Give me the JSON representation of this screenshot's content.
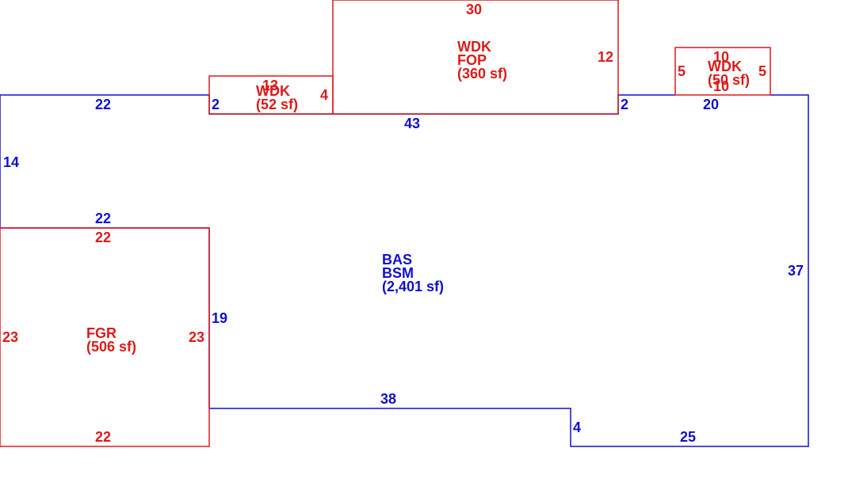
{
  "colors": {
    "base": "#1010cc",
    "addition": "#dd1a1a"
  },
  "areas": {
    "main": {
      "code1": "BAS",
      "code2": "BSM",
      "sqft": "(2,401 sf)"
    },
    "garage": {
      "code1": "FGR",
      "sqft": "(506 sf)"
    },
    "porch": {
      "code1": "WDK",
      "code2": "FOP",
      "sqft": "(360 sf)"
    },
    "deck_left": {
      "code1": "WDK",
      "sqft": "(52 sf)"
    },
    "deck_right": {
      "code1": "WDK",
      "sqft": "(50 sf)"
    }
  },
  "dimensions": {
    "main_top_left": "22",
    "main_left_side": "14",
    "main_step_top": "22",
    "main_notch_left": "2",
    "main_top_middle": "43",
    "main_notch_right": "2",
    "main_top_right": "20",
    "main_right_side": "37",
    "main_bottom_right": "25",
    "main_bottom_step": "4",
    "main_bottom_middle": "38",
    "main_inner_side": "19",
    "garage_top": "22",
    "garage_bottom": "22",
    "garage_left": "23",
    "garage_right": "23",
    "porch_top": "30",
    "porch_right": "12",
    "deck_left_top": "13",
    "deck_left_side": "4",
    "deck_right_top": "10",
    "deck_right_bottom": "10",
    "deck_right_left": "5",
    "deck_right_right": "5"
  }
}
